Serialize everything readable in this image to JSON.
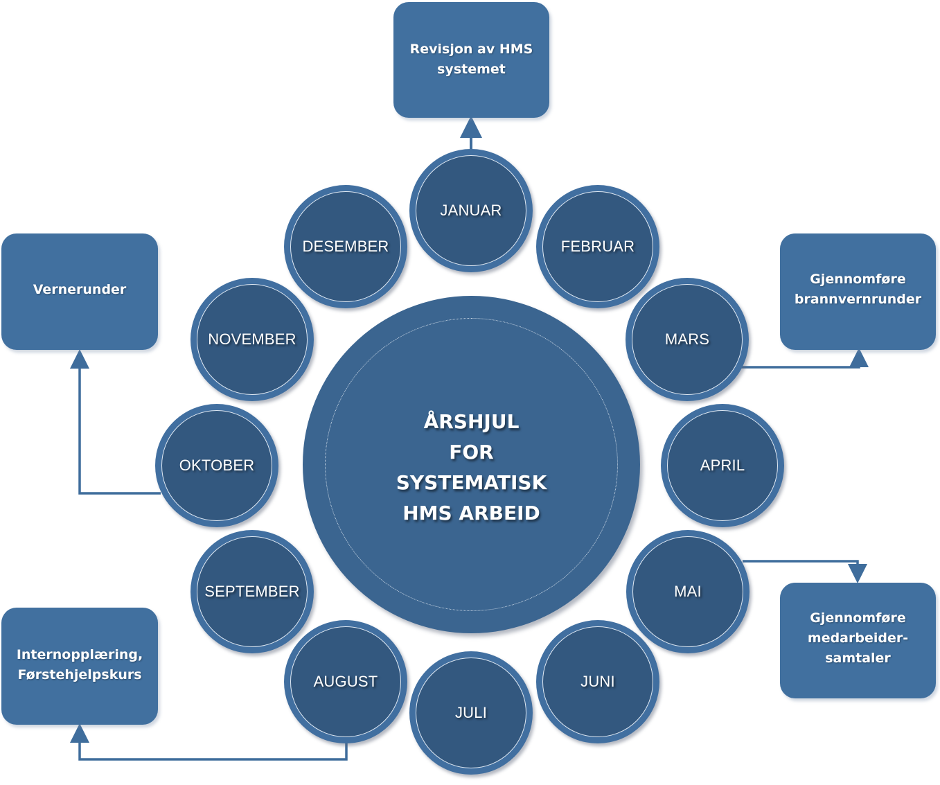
{
  "diagram": {
    "title_lines": [
      "ÅRSHJUL",
      "FOR",
      "SYSTEMATISK",
      "HMS ARBEID"
    ],
    "months": [
      {
        "label": "JANUAR"
      },
      {
        "label": "FEBRUAR"
      },
      {
        "label": "MARS"
      },
      {
        "label": "APRIL"
      },
      {
        "label": "MAI"
      },
      {
        "label": "JUNI"
      },
      {
        "label": "JULI"
      },
      {
        "label": "AUGUST"
      },
      {
        "label": "SEPTEMBER"
      },
      {
        "label": "OKTOBER"
      },
      {
        "label": "NOVEMBER"
      },
      {
        "label": "DESEMBER"
      }
    ],
    "activities": [
      {
        "month": "JANUAR",
        "text": "Revisjon av HMS\nsystemet"
      },
      {
        "month": "MARS",
        "text": "Gjennomføre\nbrannvernrunder"
      },
      {
        "month": "MAI",
        "text": "Gjennomføre\nmedarbeider-\nsamtaler"
      },
      {
        "month": "AUGUST",
        "text": "Internopplæring,\nFørstehjelpskurs"
      },
      {
        "month": "OKTOBER",
        "text": "Vernerunder"
      }
    ]
  },
  "colors": {
    "box": "#41709f",
    "ring": "#416fa0",
    "circle_fill": "#33587f",
    "hub": "#3b6590",
    "connector": "#3f6d9c"
  }
}
